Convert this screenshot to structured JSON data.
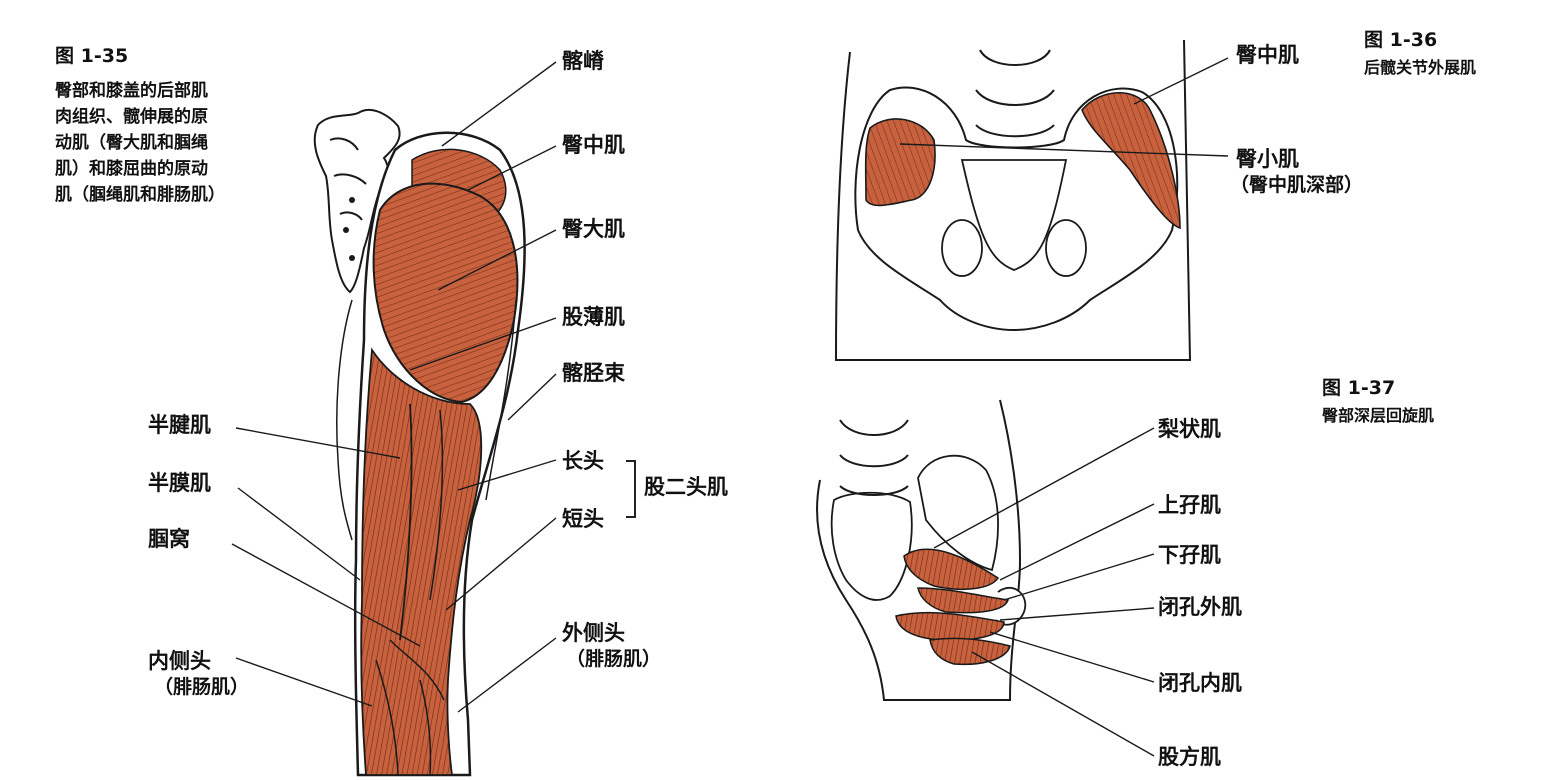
{
  "figures": [
    {
      "number": "图 1-35",
      "caption_lines": [
        "臀部和膝盖的后部肌",
        "肉组织、髋伸展的原",
        "动肌（臀大肌和腘绳",
        "肌）和膝屈曲的原动",
        "肌（腘绳肌和腓肠肌）"
      ],
      "labels": {
        "iliac_crest": "髂嵴",
        "gluteus_medius": "臀中肌",
        "gluteus_maximus": "臀大肌",
        "gracilis": "股薄肌",
        "iliotibial_band": "髂胫束",
        "semitendinosus": "半腱肌",
        "semimembranosus": "半膜肌",
        "popliteal_fossa": "腘窝",
        "long_head": "长头",
        "short_head": "短头",
        "biceps_femoris": "股二头肌",
        "lateral_head": "外侧头",
        "lateral_head_note": "（腓肠肌）",
        "medial_head": "内侧头",
        "medial_head_note": "（腓肠肌）"
      }
    },
    {
      "number": "图 1-36",
      "caption_lines": [
        "后髋关节外展肌"
      ],
      "labels": {
        "gluteus_medius": "臀中肌",
        "gluteus_minimus": "臀小肌",
        "gluteus_minimus_note": "（臀中肌深部）"
      }
    },
    {
      "number": "图 1-37",
      "caption_lines": [
        "臀部深层回旋肌"
      ],
      "labels": {
        "piriformis": "梨状肌",
        "superior_gemellus": "上孖肌",
        "inferior_gemellus": "下孖肌",
        "obturator_externus": "闭孔外肌",
        "obturator_internus": "闭孔内肌",
        "quadratus_femoris": "股方肌"
      }
    }
  ],
  "colors": {
    "muscle": "#c8623e",
    "muscle_dark": "#8e3a22",
    "line": "#1a1a1a",
    "bone": "#ffffff"
  }
}
